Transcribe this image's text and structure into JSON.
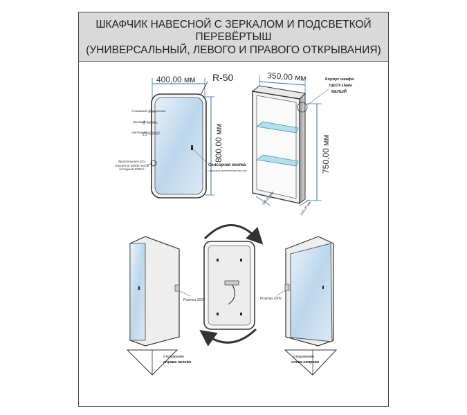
{
  "header": {
    "line1": "ШКАФЧИК НАВЕСНОЙ С ЗЕРКАЛОМ И ПОДСВЕТКОЙ",
    "line2": "ПЕРЕВЁРТЫШ",
    "line3": "(УНИВЕРСАЛЬНЫЙ, ЛЕВОГО И ПРАВОГО ОТКРЫВАНИЯ)"
  },
  "front_view": {
    "width_label": "400,00 мм",
    "radius_label": "R-50",
    "height_label": "800,00 мм",
    "callout_aluminium": "Алюминий обрамление",
    "callout_8": "8",
    "callout_8_note": "матовый полоса",
    "callout_15": "15",
    "callout_15_note": "светящаяся полоса",
    "callout_led": "Фронтальная LED-подсветка 30000 часов холодный 6000 К",
    "sensor_title": "Сенсорная кнопка",
    "sensor_note": "с функцией включения/выключения"
  },
  "cabinet_view": {
    "width_label": "350,00 мм",
    "height_label": "750,00 мм",
    "body_label_1": "Корпус шкафа",
    "body_label_2": "ЛДСП-16мм",
    "body_label_3": "БЕЛЫЙ",
    "depth_inner": "100,00 мм",
    "depth_outer": "140,00 мм"
  },
  "open_views": {
    "socket_left": "Розетка 220V",
    "socket_right": "Розетка 220V",
    "caption_left_1": "открывание",
    "caption_left_2": "справа налево",
    "caption_right_1": "открывание",
    "caption_right_2": "слева направо"
  },
  "colors": {
    "dimension": "#2e6fae",
    "mirror": "#bcd6ec",
    "glass": "#7fc7d8",
    "frame": "#555555",
    "header_bg": "#d9d9d9"
  }
}
